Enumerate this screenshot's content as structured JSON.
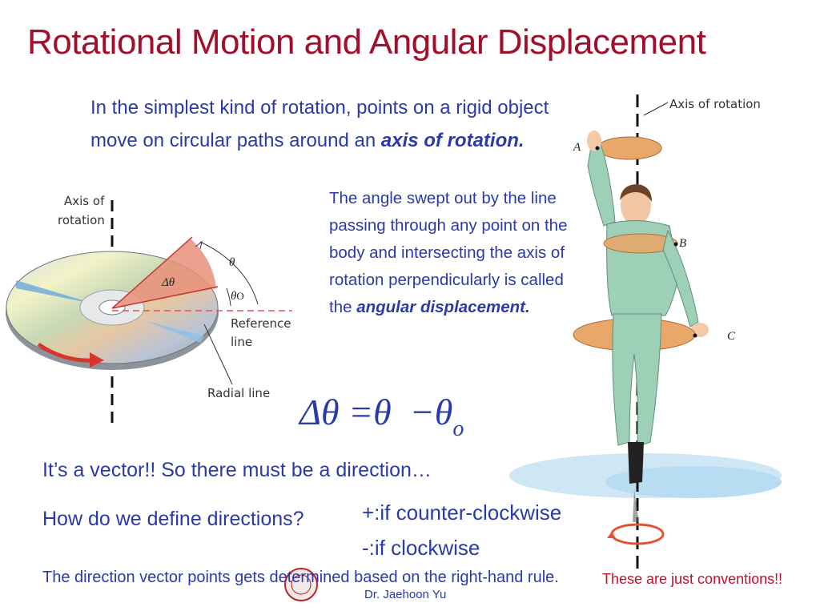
{
  "slide": {
    "title": "Rotational Motion and Angular Displacement",
    "intro_text": "In the simplest kind of rotation, points on a rigid object move on circular paths around an",
    "intro_emph": "axis of rotation.",
    "para_text": "The angle swept out by the line passing through any point on the body and intersecting the axis of rotation perpendicularly is called the",
    "para_emph": "angular displacement.",
    "formula": {
      "lhs": "Δθ",
      "eq": "=",
      "theta": "θ",
      "minus": "−",
      "theta0": "θ",
      "sub": "o"
    },
    "vector_line": "It’s a vector!!  So there must be a direction…",
    "directions_q": "How do we define directions?",
    "ccw": "+:if counter-clockwise",
    "cw": "-:if clockwise",
    "right_hand": "The direction vector points gets determined based on the right-hand rule.",
    "conventions": "These are just conventions!!",
    "footer": "Dr. Jaehoon Yu"
  },
  "disc_figure": {
    "axis_label_1": "Axis of",
    "axis_label_2": "rotation",
    "theta": "θ",
    "delta_theta": "Δθ",
    "theta_o": "θ",
    "theta_o_sub": "O",
    "ref_label_1": "Reference",
    "ref_label_2": "line",
    "radial_label": "Radial line"
  },
  "skater_figure": {
    "axis_label": "Axis of rotation",
    "point_a": "A",
    "point_b": "B",
    "point_c": "C"
  },
  "colors": {
    "title": "#a0102c",
    "body": "#2a3aa8",
    "accent": "#c0102c",
    "ring": "#e8a86a"
  }
}
